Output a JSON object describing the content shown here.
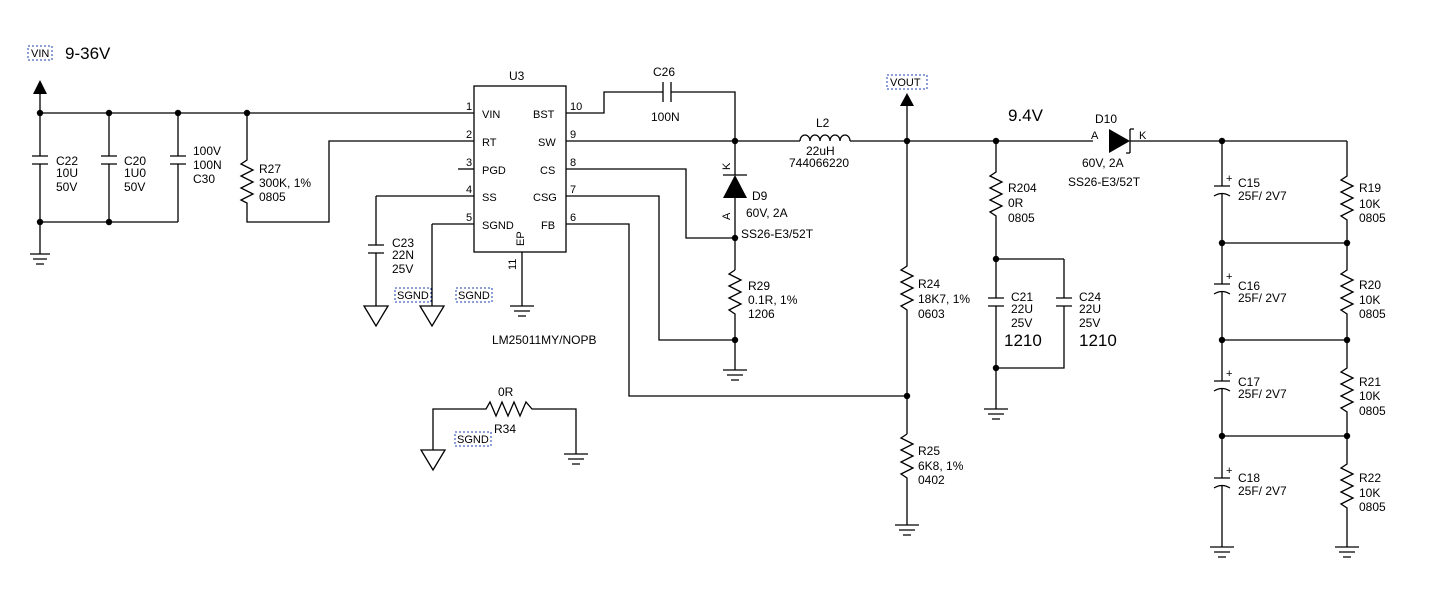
{
  "rails": {
    "vin_flag": "VIN",
    "vin_range": "9-36V",
    "vout_flag": "VOUT",
    "vout_value": "9.4V"
  },
  "sgnd": "SGND",
  "ic": {
    "ref": "U3",
    "part": "LM25011MY/NOPB",
    "left_pins": [
      {
        "num": "1",
        "name": "VIN"
      },
      {
        "num": "2",
        "name": "RT"
      },
      {
        "num": "3",
        "name": "PGD"
      },
      {
        "num": "4",
        "name": "SS"
      },
      {
        "num": "5",
        "name": "SGND"
      }
    ],
    "right_pins": [
      {
        "num": "10",
        "name": "BST"
      },
      {
        "num": "9",
        "name": "SW"
      },
      {
        "num": "8",
        "name": "CS"
      },
      {
        "num": "7",
        "name": "CSG"
      },
      {
        "num": "6",
        "name": "FB"
      }
    ],
    "ep": {
      "num": "11",
      "name": "EP"
    }
  },
  "parts": {
    "C22": {
      "ref": "C22",
      "v1": "10U",
      "v2": "50V"
    },
    "C20": {
      "ref": "C20",
      "v1": "1U0",
      "v2": "50V"
    },
    "C30": {
      "ref": "C30",
      "v1": "100V",
      "v2": "100N"
    },
    "R27": {
      "ref": "R27",
      "v1": "300K, 1%",
      "v2": "0805"
    },
    "C23": {
      "ref": "C23",
      "v1": "22N",
      "v2": "25V"
    },
    "C26": {
      "ref": "C26",
      "v1": "100N"
    },
    "L2": {
      "ref": "L2",
      "v1": "22uH",
      "v2": "744066220"
    },
    "D9": {
      "ref": "D9",
      "v1": "60V, 2A",
      "v2": "SS26-E3/52T",
      "k": "K",
      "a": "A"
    },
    "R29": {
      "ref": "R29",
      "v1": "0.1R, 1%",
      "v2": "1206"
    },
    "R34": {
      "ref": "R34",
      "v1": "0R"
    },
    "R24": {
      "ref": "R24",
      "v1": "18K7, 1%",
      "v2": "0603"
    },
    "R25": {
      "ref": "R25",
      "v1": "6K8, 1%",
      "v2": "0402"
    },
    "R204": {
      "ref": "R204",
      "v1": "0R",
      "v2": "0805"
    },
    "C21": {
      "ref": "C21",
      "v1": "22U",
      "v2": "25V",
      "v3": "1210"
    },
    "C24": {
      "ref": "C24",
      "v1": "22U",
      "v2": "25V",
      "v3": "1210"
    },
    "D10": {
      "ref": "D10",
      "v1": "60V, 2A",
      "v2": "SS26-E3/52T",
      "a": "A",
      "k": "K"
    },
    "C15": {
      "ref": "C15",
      "v1": "25F/ 2V7",
      "pol": "+"
    },
    "C16": {
      "ref": "C16",
      "v1": "25F/ 2V7",
      "pol": "+"
    },
    "C17": {
      "ref": "C17",
      "v1": "25F/ 2V7",
      "pol": "+"
    },
    "C18": {
      "ref": "C18",
      "v1": "25F/ 2V7",
      "pol": "+"
    },
    "R19": {
      "ref": "R19",
      "v1": "10K",
      "v2": "0805"
    },
    "R20": {
      "ref": "R20",
      "v1": "10K",
      "v2": "0805"
    },
    "R21": {
      "ref": "R21",
      "v1": "10K",
      "v2": "0805"
    },
    "R22": {
      "ref": "R22",
      "v1": "10K",
      "v2": "0805"
    }
  }
}
